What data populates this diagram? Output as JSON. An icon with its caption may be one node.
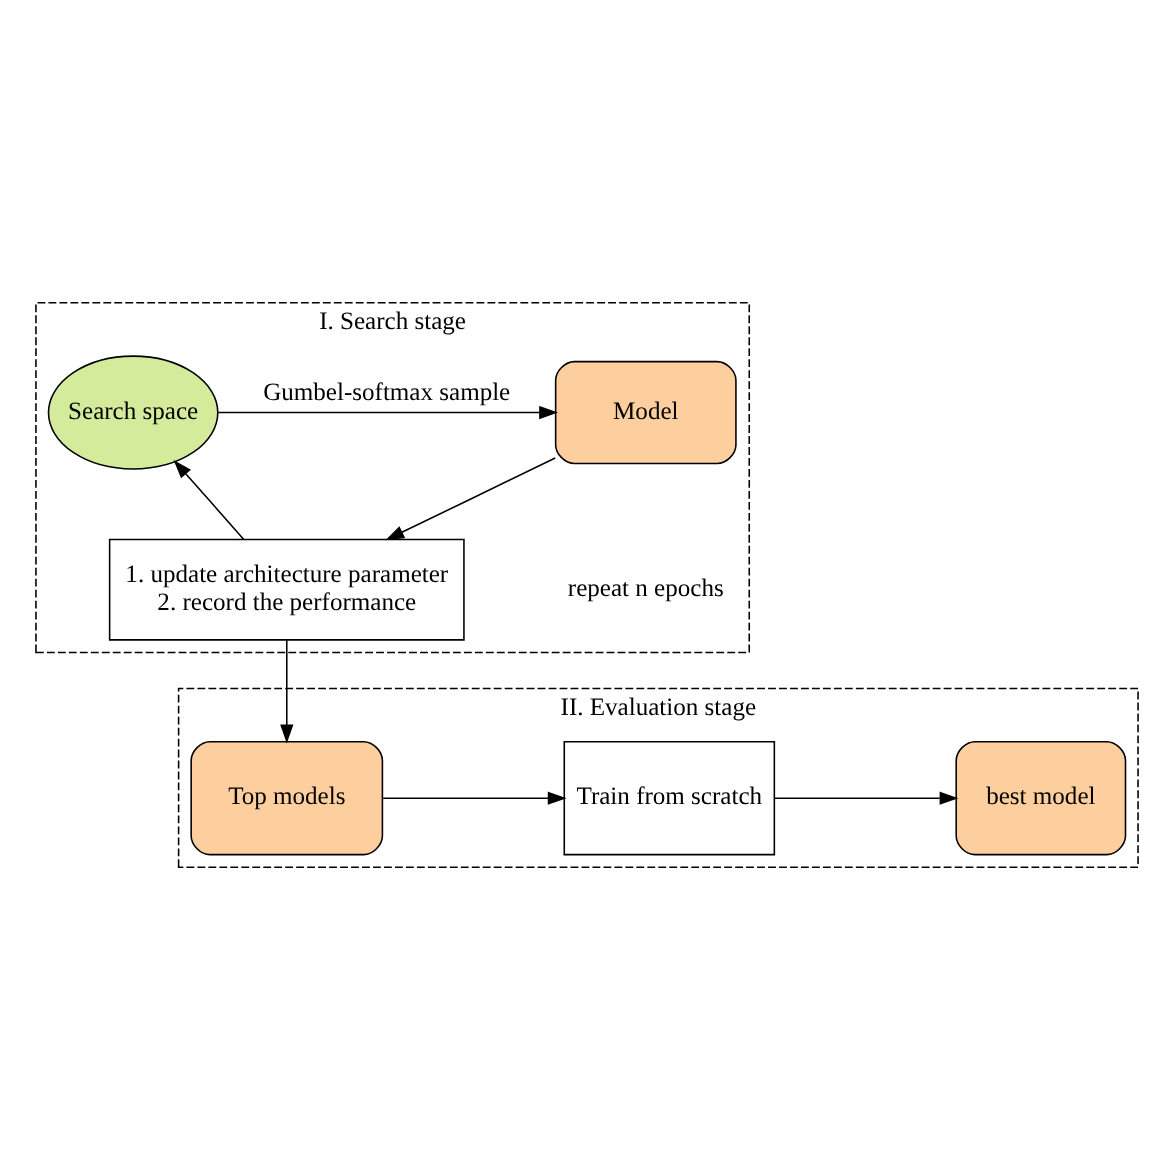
{
  "diagram": {
    "nodes": [
      {
        "text": [
          "I. Search stage"
        ]
      },
      {
        "text": [
          "Search space"
        ],
        "in": 0
      },
      {
        "text": [
          "Model"
        ],
        "in": 0
      },
      {
        "text": [
          "1. update architecture parameter",
          "2. record the performance"
        ],
        "in": 0
      },
      {
        "text": [
          "II. Evaluation stage"
        ]
      },
      {
        "text": [
          "Top models"
        ],
        "in": 4
      },
      {
        "text": [
          "Train from scratch"
        ],
        "in": 4
      },
      {
        "text": [
          "best model"
        ],
        "in": 4
      }
    ],
    "edges": [
      {
        "from": 1,
        "to": 2,
        "arrow": "to",
        "label": "Gumbel-softmax sample"
      },
      {
        "from": 2,
        "to": 3,
        "arrow": "to"
      },
      {
        "from": 3,
        "to": 1,
        "arrow": "to"
      },
      {
        "from": 3,
        "to": 5,
        "arrow": "to"
      },
      {
        "from": 5,
        "to": 6,
        "arrow": "to"
      },
      {
        "from": 6,
        "to": 7,
        "arrow": "to"
      }
    ],
    "labels": [
      "repeat n epochs"
    ]
  }
}
